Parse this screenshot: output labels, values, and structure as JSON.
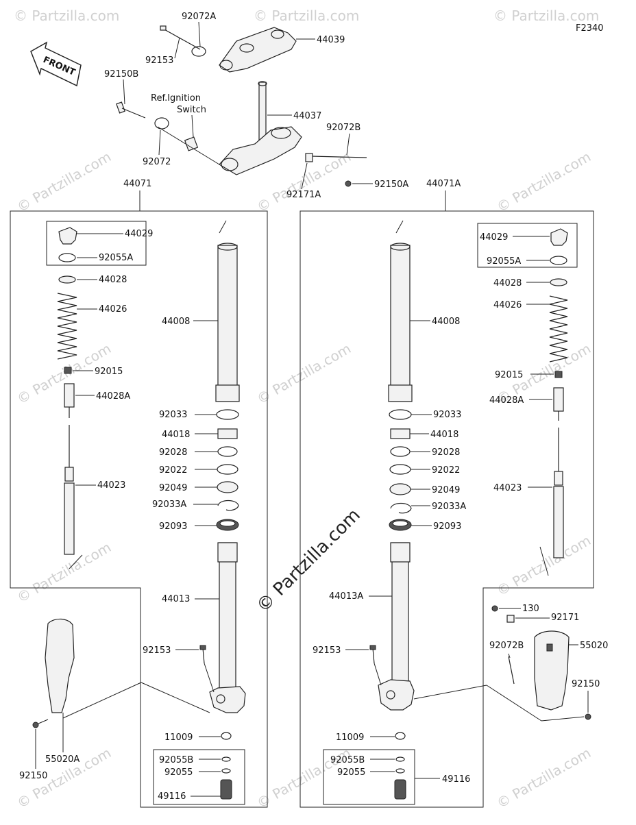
{
  "diagram_code": "F2340",
  "front_label": "FRONT",
  "ref_note": [
    "Ref.Ignition",
    "Switch"
  ],
  "watermark": "© Partzilla.com",
  "watermark_small": "© Partzilla.com",
  "labels": {
    "p92072A": "92072A",
    "p44039": "44039",
    "p92153_top": "92153",
    "p92150B": "92150B",
    "p44037": "44037",
    "p92072B_top": "92072B",
    "p92072": "92072",
    "p92171A": "92171A",
    "p92150A": "92150A",
    "p44071": "44071",
    "p44071A": "44071A",
    "L44029": "44029",
    "L92055A": "92055A",
    "L44028": "44028",
    "L44026": "44026",
    "L92015": "92015",
    "L44028A": "44028A",
    "L44023": "44023",
    "L44008": "44008",
    "L92033": "92033",
    "L44018": "44018",
    "L92028": "92028",
    "L92022": "92022",
    "L92049": "92049",
    "L92033A": "92033A",
    "L92093": "92093",
    "L44013": "44013",
    "L92153": "92153",
    "L11009": "11009",
    "L92055B": "92055B",
    "L92055": "92055",
    "L49116": "49116",
    "L55020A": "55020A",
    "L92150": "92150",
    "R44029": "44029",
    "R92055A": "92055A",
    "R44028": "44028",
    "R44026": "44026",
    "R92015": "92015",
    "R44028A": "44028A",
    "R44023": "44023",
    "R44008": "44008",
    "R92033": "92033",
    "R44018": "44018",
    "R92028": "92028",
    "R92022": "92022",
    "R92049": "92049",
    "R92033A": "92033A",
    "R92093": "92093",
    "R44013A": "44013A",
    "R92153": "92153",
    "R11009": "11009",
    "R92055B": "92055B",
    "R92055": "92055",
    "R49116": "49116",
    "R130": "130",
    "R92171": "92171",
    "R92072B": "92072B",
    "R55020": "55020",
    "R92150": "92150"
  }
}
